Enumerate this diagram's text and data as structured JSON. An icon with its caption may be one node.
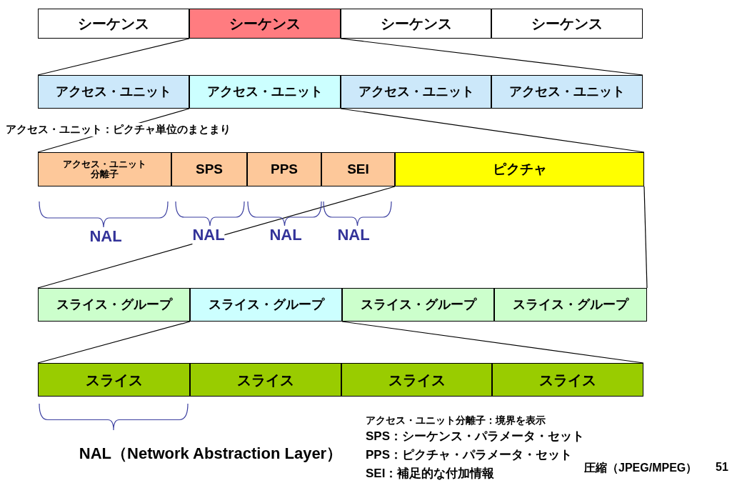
{
  "diagram": {
    "nodes": [
      {
        "text": [
          "シーケンス"
        ]
      },
      {
        "text": [
          "シーケンス"
        ]
      },
      {
        "text": [
          "シーケンス"
        ]
      },
      {
        "text": [
          "シーケンス"
        ]
      },
      {
        "text": [
          "アクセス・ユニット"
        ]
      },
      {
        "text": [
          "アクセス・ユニット"
        ]
      },
      {
        "text": [
          "アクセス・ユニット"
        ]
      },
      {
        "text": [
          "アクセス・ユニット"
        ]
      },
      {
        "text": [
          "アクセス・ユニット分離子"
        ]
      },
      {
        "text": [
          "SPS"
        ]
      },
      {
        "text": [
          "PPS"
        ]
      },
      {
        "text": [
          "SEI"
        ]
      },
      {
        "text": [
          "ピクチャ"
        ]
      },
      {
        "text": [
          "スライス・グループ"
        ]
      },
      {
        "text": [
          "スライス・グループ"
        ]
      },
      {
        "text": [
          "スライス・グループ"
        ]
      },
      {
        "text": [
          "スライス・グループ"
        ]
      },
      {
        "text": [
          "スライス"
        ]
      },
      {
        "text": [
          "スライス"
        ]
      },
      {
        "text": [
          "スライス"
        ]
      },
      {
        "text": [
          "スライス"
        ]
      }
    ],
    "edges": [
      {
        "from": 1,
        "to": 4,
        "arrow": "none"
      },
      {
        "from": 1,
        "to": 7,
        "arrow": "none"
      },
      {
        "from": 5,
        "to": 8,
        "arrow": "none"
      },
      {
        "from": 5,
        "to": 12,
        "arrow": "none"
      },
      {
        "from": 12,
        "to": 13,
        "arrow": "none"
      },
      {
        "from": 12,
        "to": 16,
        "arrow": "none"
      },
      {
        "from": 14,
        "to": 17,
        "arrow": "none"
      },
      {
        "from": 14,
        "to": 20,
        "arrow": "none"
      }
    ],
    "labels": [
      "アクセス・ユニット：ピクチャ単位のまとまり",
      "NAL",
      "NAL",
      "NAL",
      "NAL",
      "NAL（Network Abstraction Layer）",
      "アクセス・ユニット分離子：境界を表示",
      "SPS：シーケンス・パラメータ・セット",
      "PPS：ピクチャ・パラメータ・セット",
      "SEI：補足的な付加情報",
      "圧縮（JPEG/MPEG）",
      "51"
    ]
  }
}
